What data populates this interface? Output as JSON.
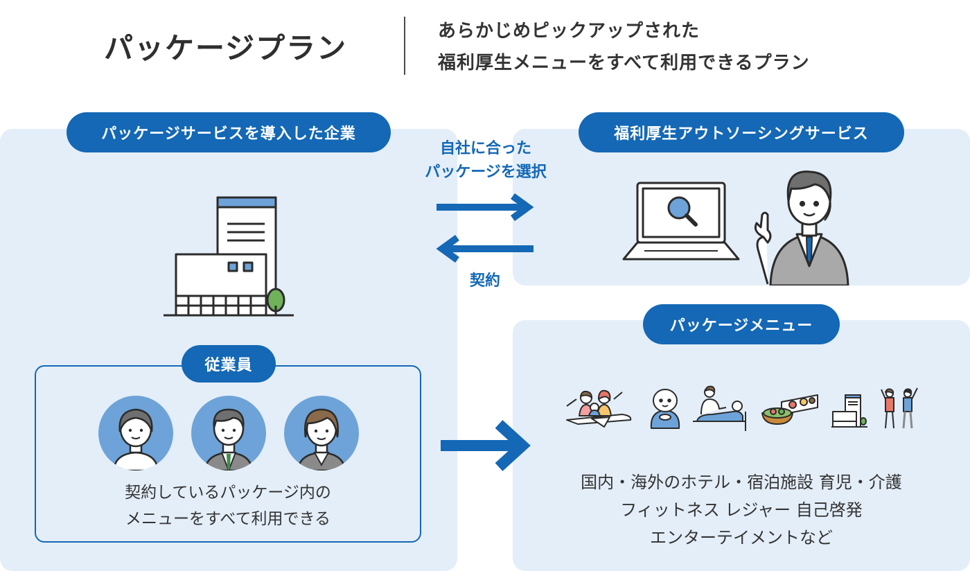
{
  "header": {
    "title": "パッケージプラン",
    "subtitle_line1": "あらかじめピックアップされた",
    "subtitle_line2": "福利厚生メニューをすべて利用できるプラン"
  },
  "left_panel": {
    "pill": "パッケージサービスを導入した企業",
    "employees_pill": "従業員",
    "employees_text_line1": "契約しているパッケージ内の",
    "employees_text_line2": "メニューをすべて利用できる"
  },
  "arrows": {
    "top_label_line1": "自社に合った",
    "top_label_line2": "パッケージを選択",
    "bottom_label": "契約"
  },
  "right_top_panel": {
    "pill": "福利厚生アウトソーシングサービス"
  },
  "right_bottom_panel": {
    "pill": "パッケージメニュー",
    "text_line1": "国内・海外のホテル・宿泊施設 育児・介護",
    "text_line2": "フィットネス レジャー 自己啓発",
    "text_line3": "エンターテイメントなど"
  },
  "colors": {
    "accent": "#1468b5",
    "panel": "#e4eef8",
    "avatar_bg": "#6da3d8"
  },
  "icons": [
    "office-building-icon",
    "laptop-search-icon",
    "support-staff-icon",
    "female-employee-icon",
    "male-employee-icon",
    "female-suit-employee-icon",
    "travel-icon",
    "childcare-icon",
    "nursing-care-icon",
    "meal-icon",
    "hotel-icon",
    "fitness-icon"
  ]
}
